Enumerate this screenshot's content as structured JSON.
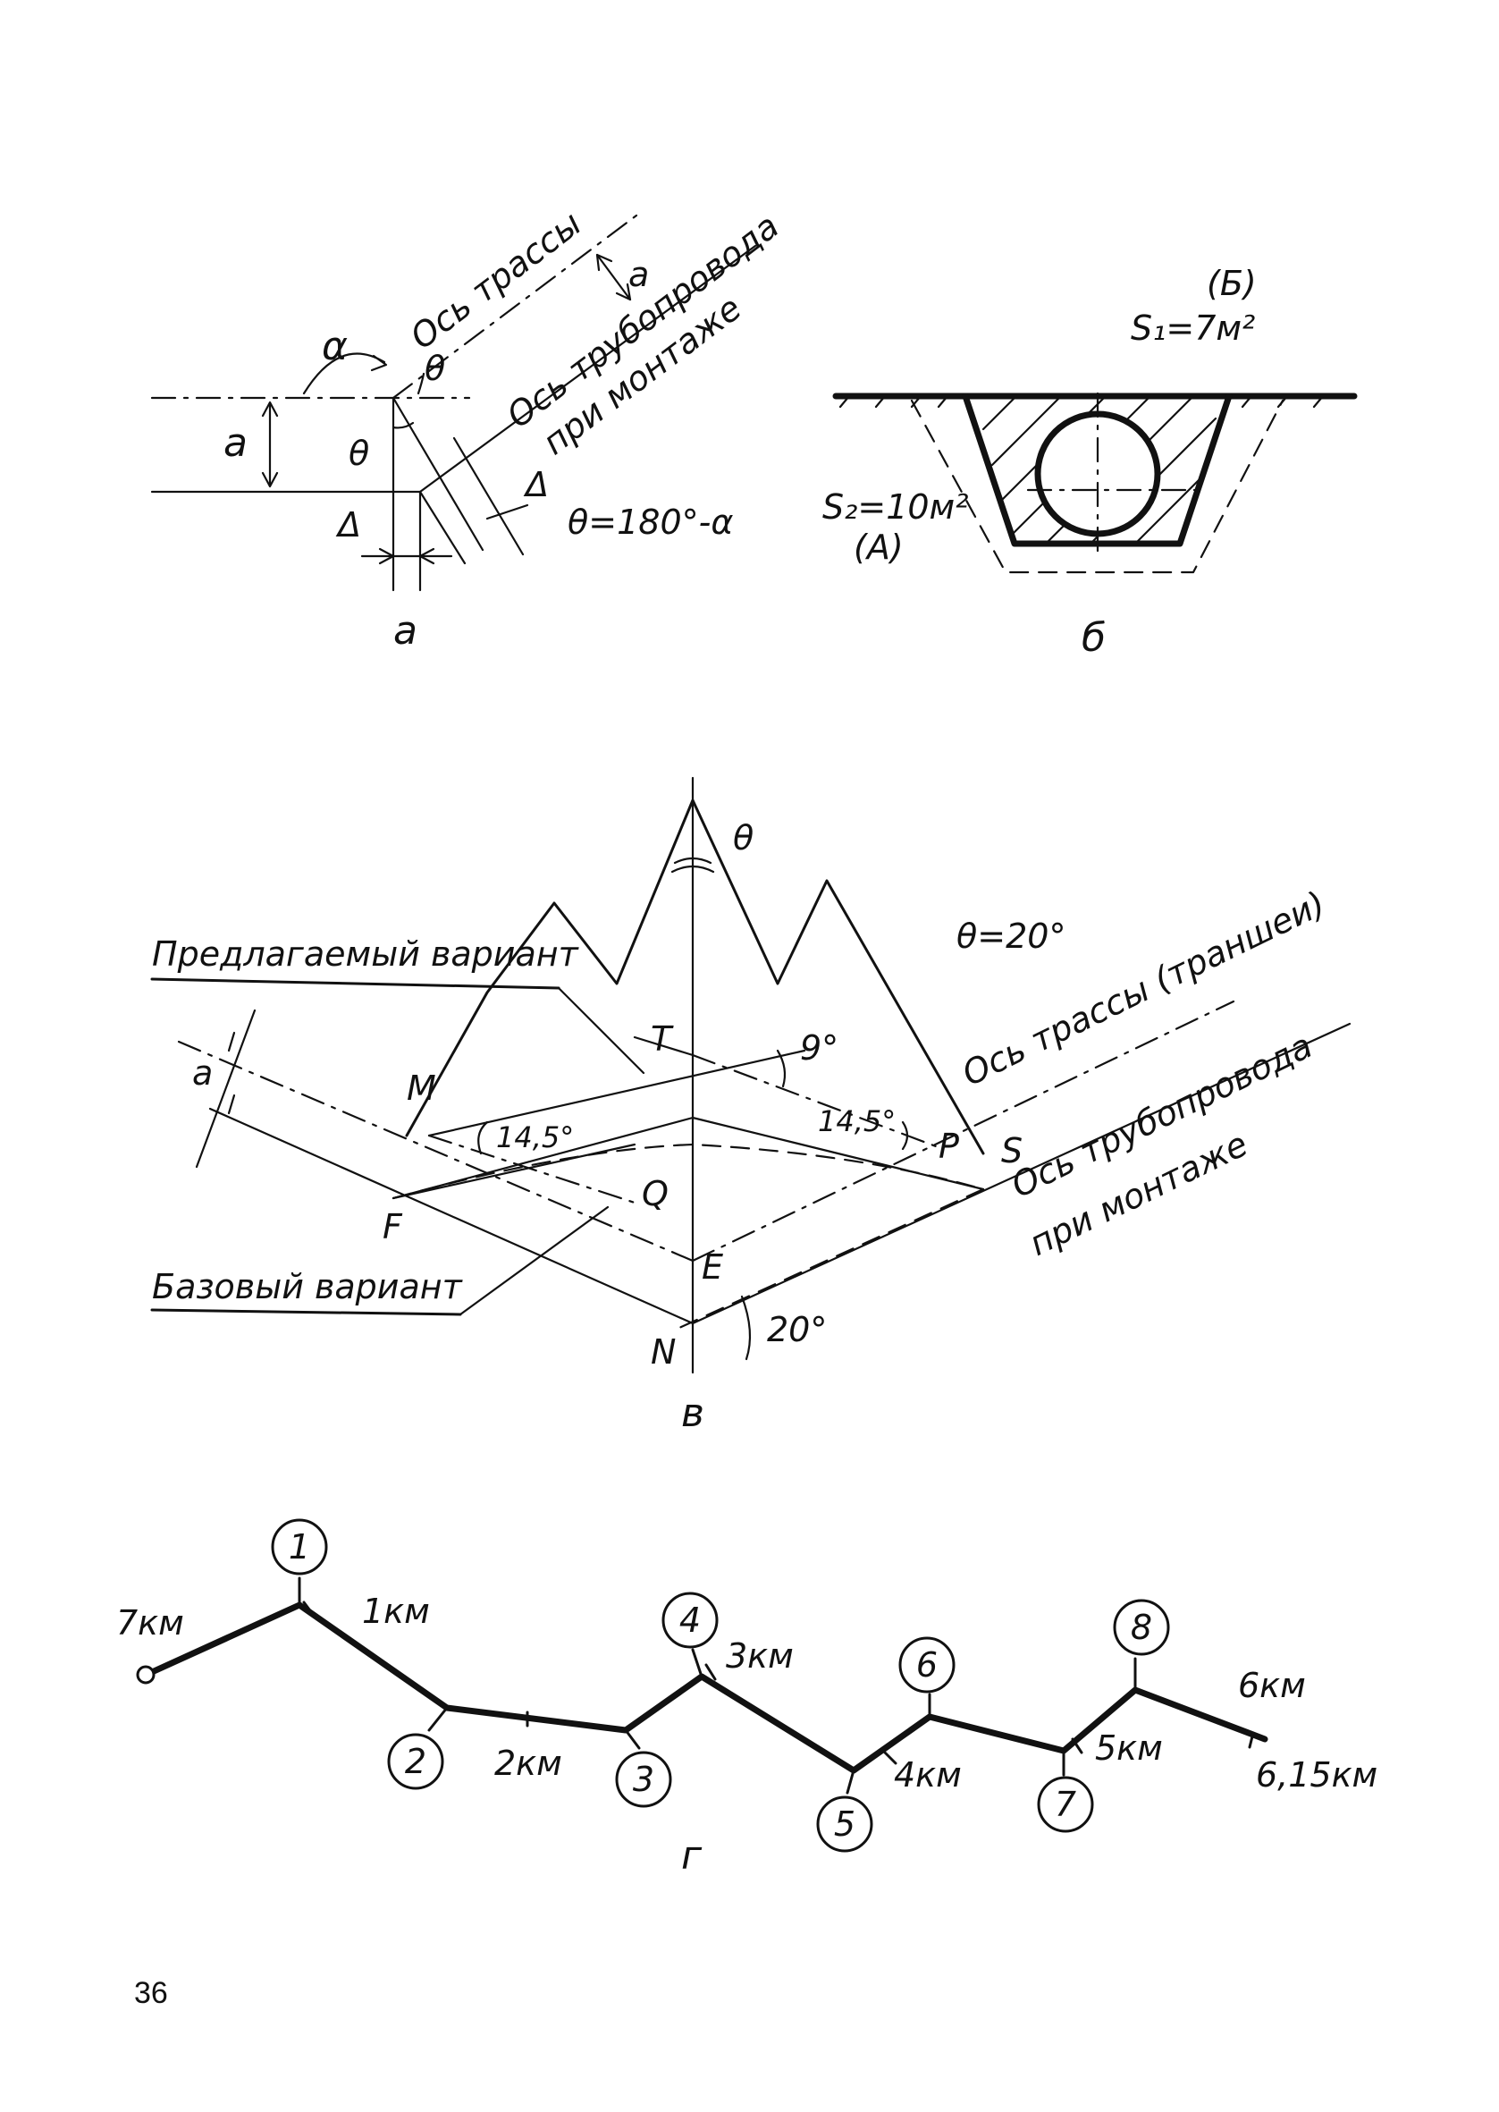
{
  "page_number": "36",
  "fig_a": {
    "caption": "а",
    "route_axis": "Ось трассы",
    "pipe_axis_line1": "Ось трубопровода",
    "pipe_axis_line2": "при монтаже",
    "formula": "θ=180°-α",
    "alpha": "α",
    "theta": "θ",
    "offset_a": "a",
    "delta": "Δ"
  },
  "fig_b": {
    "caption": "б",
    "s1_group": "(Б)",
    "s1": "S₁=7м²",
    "s2": "S₂=10м²",
    "s2_group": "(А)"
  },
  "fig_v": {
    "caption": "в",
    "proposed": "Предлагаемый вариант",
    "base": "Базовый вариант",
    "theta_value": "θ=20°",
    "theta": "θ",
    "route_axis": "Ось трассы (траншеи)",
    "pipe_axis_line1": "Ось трубопровода",
    "pipe_axis_line2": "при монтаже",
    "angle_9": "9°",
    "angle_left": "14,5°",
    "angle_right": "14,5°",
    "angle_20": "20°",
    "offset_a": "a",
    "points": {
      "T": "T",
      "M": "M",
      "P": "P",
      "S": "S",
      "F": "F",
      "Q": "Q",
      "E": "E",
      "N": "N"
    }
  },
  "fig_g": {
    "caption": "г",
    "start_km": "7км",
    "nodes": [
      "1",
      "2",
      "3",
      "4",
      "5",
      "6",
      "7",
      "8"
    ],
    "km": [
      "1км",
      "2км",
      "3км",
      "4км",
      "5км",
      "6км"
    ],
    "end_km": "6,15км"
  }
}
